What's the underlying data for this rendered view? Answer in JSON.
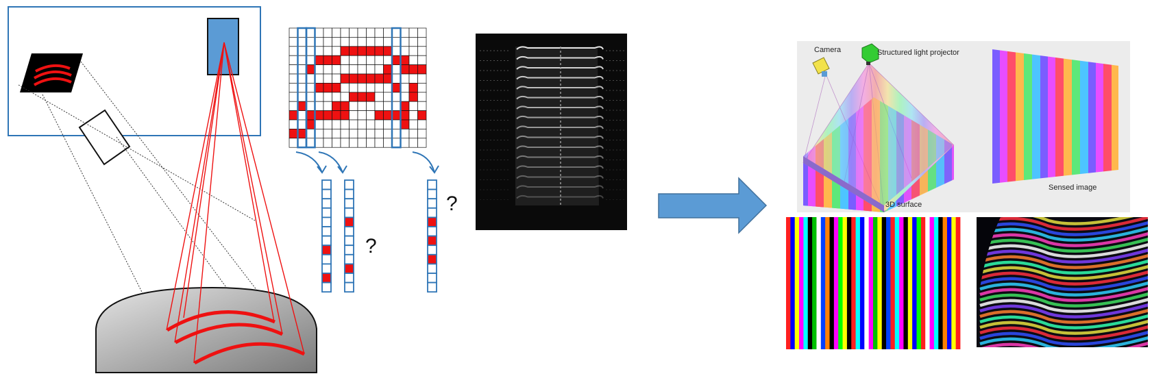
{
  "question_marks": {
    "middle": "?",
    "right": "?"
  },
  "figure_right": {
    "camera_label": "Camera",
    "projector_label": "Structured light projector",
    "surface_label": "3D surface",
    "sensed_label": "Sensed image"
  },
  "colors": {
    "laser_red": "#ee1111",
    "grid_blue": "#2e75b6",
    "arrow_blue": "#5b9bd5",
    "projector_blue": "#5b9bd5",
    "camera_yellow": "#f2e24a",
    "projector_green": "#33cc33"
  },
  "code_grid": {
    "rows": 13,
    "cols": 16,
    "red_cells": [
      [
        2,
        6
      ],
      [
        2,
        7
      ],
      [
        2,
        8
      ],
      [
        2,
        9
      ],
      [
        2,
        10
      ],
      [
        2,
        11
      ],
      [
        3,
        3
      ],
      [
        3,
        4
      ],
      [
        3,
        5
      ],
      [
        3,
        12
      ],
      [
        3,
        13
      ],
      [
        4,
        2
      ],
      [
        4,
        11
      ],
      [
        4,
        13
      ],
      [
        4,
        14
      ],
      [
        4,
        15
      ],
      [
        5,
        6
      ],
      [
        5,
        7
      ],
      [
        5,
        8
      ],
      [
        5,
        9
      ],
      [
        5,
        10
      ],
      [
        5,
        11
      ],
      [
        6,
        3
      ],
      [
        6,
        4
      ],
      [
        6,
        5
      ],
      [
        6,
        12
      ],
      [
        6,
        14
      ],
      [
        7,
        7
      ],
      [
        7,
        8
      ],
      [
        7,
        9
      ],
      [
        7,
        14
      ],
      [
        8,
        1
      ],
      [
        8,
        5
      ],
      [
        8,
        6
      ],
      [
        8,
        13
      ],
      [
        9,
        0
      ],
      [
        9,
        2
      ],
      [
        9,
        3
      ],
      [
        9,
        4
      ],
      [
        9,
        5
      ],
      [
        9,
        6
      ],
      [
        9,
        10
      ],
      [
        9,
        11
      ],
      [
        9,
        12
      ],
      [
        9,
        13
      ],
      [
        9,
        15
      ],
      [
        10,
        2
      ],
      [
        10,
        13
      ],
      [
        11,
        0
      ],
      [
        11,
        1
      ]
    ],
    "highlight_cols": [
      1,
      2,
      12
    ]
  },
  "strips": [
    {
      "red_cells": [
        7,
        10
      ]
    },
    {
      "red_cells": [
        4,
        9
      ]
    },
    {
      "red_cells": [
        4,
        6,
        8
      ]
    }
  ]
}
